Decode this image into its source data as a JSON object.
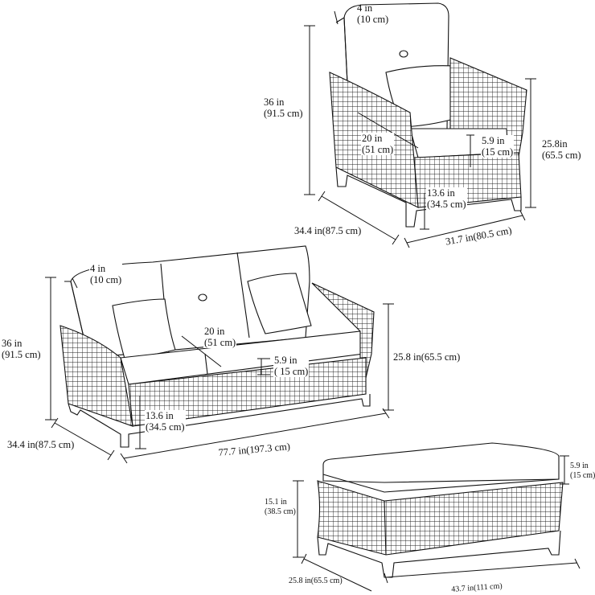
{
  "diagram": {
    "title": "Patio furniture set dimensions",
    "line_color": "#111111",
    "background": "#ffffff",
    "items": [
      {
        "name": "armchair",
        "dimensions": {
          "back_cushion_thickness": {
            "in": "4 in",
            "cm": "(10 cm)"
          },
          "total_height": {
            "in": "36 in",
            "cm": "(91.5 cm)"
          },
          "seat_depth": {
            "in": "20 in",
            "cm": "(51 cm)"
          },
          "seat_cushion_thickness": {
            "in": "5.9 in",
            "cm": "(15 cm)"
          },
          "arm_height": {
            "in": "25.8in",
            "cm": "(65.5 cm)"
          },
          "seat_height": {
            "in": "13.6 in",
            "cm": "(34.5 cm)"
          },
          "depth": {
            "label": "34.4 in(87.5 cm)"
          },
          "width": {
            "label": "31.7 in(80.5 cm)"
          }
        }
      },
      {
        "name": "sofa",
        "dimensions": {
          "back_cushion_thickness": {
            "in": "4 in",
            "cm": "(10 cm)"
          },
          "total_height": {
            "in": "36 in",
            "cm": "(91.5 cm)"
          },
          "seat_depth": {
            "in": "20 in",
            "cm": "(51 cm)"
          },
          "seat_cushion_thickness": {
            "in": "5.9 in",
            "cm": "( 15 cm)"
          },
          "arm_height": {
            "label": "25.8 in(65.5 cm)"
          },
          "seat_height": {
            "in": "13.6 in",
            "cm": "(34.5 cm)"
          },
          "depth": {
            "label": "34.4 in(87.5 cm)"
          },
          "width": {
            "label": "77.7 in(197.3 cm)"
          }
        }
      },
      {
        "name": "ottoman",
        "dimensions": {
          "cushion_thickness": {
            "in": "5.9 in",
            "cm": "(15 cm)"
          },
          "height": {
            "in": "15.1 in",
            "cm": "(38.5 cm)"
          },
          "depth": {
            "label": "25.8 in(65.5 cm)"
          },
          "width": {
            "label": "43.7 in(111 cm)"
          }
        }
      }
    ]
  }
}
